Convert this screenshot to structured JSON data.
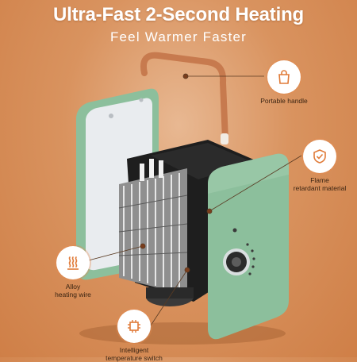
{
  "header": {
    "title": "Ultra-Fast 2-Second Heating",
    "subtitle": "Feel Warmer Faster"
  },
  "callouts": {
    "handle": {
      "label": "Portable handle",
      "icon": "bag-icon"
    },
    "flame": {
      "label_line1": "Flame",
      "label_line2": "retardant material",
      "icon": "shield-check-icon"
    },
    "wire": {
      "label_line1": "Alloy",
      "label_line2": "heating wire",
      "icon": "heat-waves-icon"
    },
    "switch": {
      "label_line1": "Intelligent",
      "label_line2": "temperature switch",
      "icon": "chip-icon"
    }
  },
  "colors": {
    "background": "#d9935f",
    "panel_green": "#8cbf9c",
    "handle_copper": "#c97b50",
    "icon_orange": "#e07b39"
  }
}
